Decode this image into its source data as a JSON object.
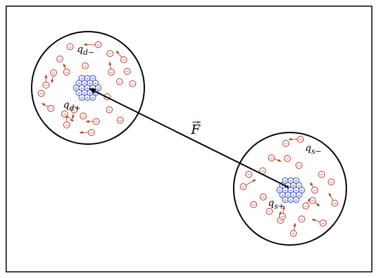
{
  "labels": {
    "force": "F",
    "q_d_minus": "q",
    "q_d_minus_sub": "d−",
    "q_d_plus": "q",
    "q_d_plus_sub": "d+",
    "q_s_minus": "q",
    "q_s_minus_sub": "s−",
    "q_s_plus": "q",
    "q_s_plus_sub": "s+"
  },
  "symbols": {
    "negative": "−",
    "positive": "+"
  },
  "colors": {
    "frame": "#000000",
    "negative_charge": "#cc3322",
    "positive_charge": "#3344cc",
    "force_vector": "#000000"
  }
}
